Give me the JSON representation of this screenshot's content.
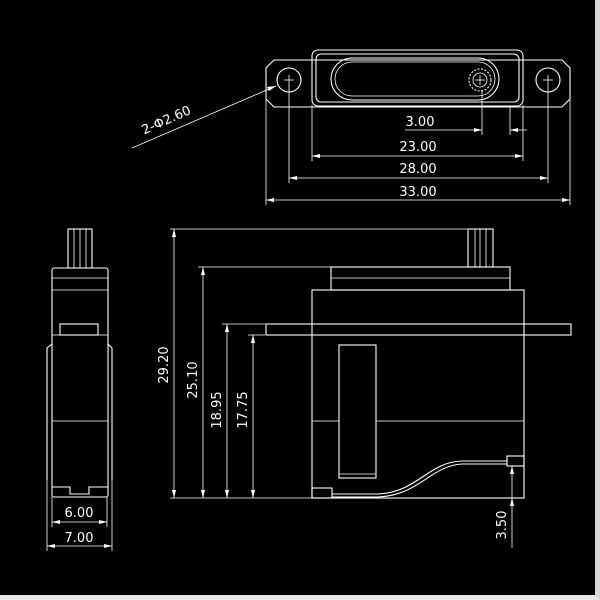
{
  "title": "Servo dimension drawing",
  "top_view": {
    "hole_label": "2-Φ2.60",
    "dims": {
      "gear_offset": "3.00",
      "body_width": "23.00",
      "hole_spacing": "28.00",
      "overall_width": "33.00"
    }
  },
  "side_view": {
    "dims": {
      "total_height": "29.20",
      "case_height": "25.10",
      "tab_top_height": "18.95",
      "tab_bottom_height": "17.75",
      "wire_exit_height": "3.50"
    }
  },
  "end_view": {
    "dims": {
      "body_thickness": "6.00",
      "tab_thickness": "7.00"
    }
  },
  "colors": {
    "background": "#000000",
    "lines": "#ffffff",
    "frame": "#d8d8d8"
  }
}
